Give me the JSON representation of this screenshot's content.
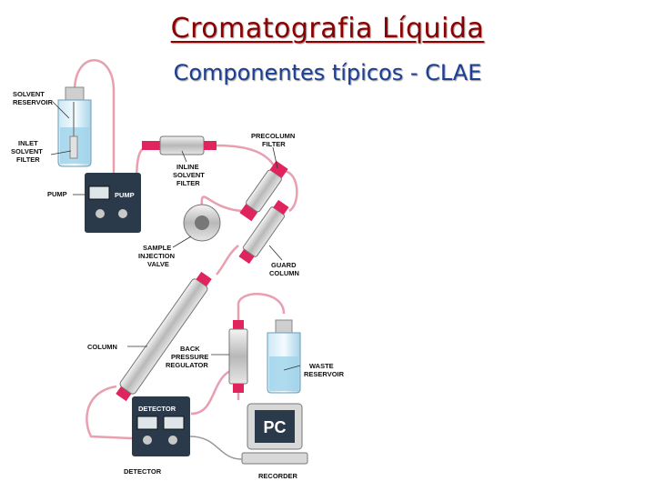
{
  "title": "Cromatografia Líquida",
  "subtitle": "Componentes típicos - CLAE",
  "labels": {
    "solvent_reservoir": [
      "SOLVENT",
      "RESERVOIR"
    ],
    "inlet_filter": [
      "INLET",
      "SOLVENT",
      "FILTER"
    ],
    "pump": [
      "PUMP"
    ],
    "pump_panel": "PUMP",
    "inline_filter": [
      "INLINE",
      "SOLVENT",
      "FILTER"
    ],
    "precolumn_filter": [
      "PRECOLUMN",
      "FILTER"
    ],
    "injection_valve": [
      "SAMPLE",
      "INJECTION",
      "VALVE"
    ],
    "guard_column": [
      "GUARD",
      "COLUMN"
    ],
    "column": [
      "COLUMN"
    ],
    "back_pressure": [
      "BACK",
      "PRESSURE",
      "REGULATOR"
    ],
    "waste_reservoir": [
      "WASTE",
      "RESERVOIR"
    ],
    "detector": [
      "DETECTOR"
    ],
    "detector_panel": "DETECTOR",
    "recorder": [
      "RECORDER"
    ],
    "pc_screen": "PC"
  },
  "colors": {
    "title": "#8b0000",
    "subtitle": "#1c3f94",
    "tubing": "#e8a0b0",
    "fitting": "#e0245e",
    "module": "#2b3a4a",
    "bottle": "#9fd3ea"
  }
}
